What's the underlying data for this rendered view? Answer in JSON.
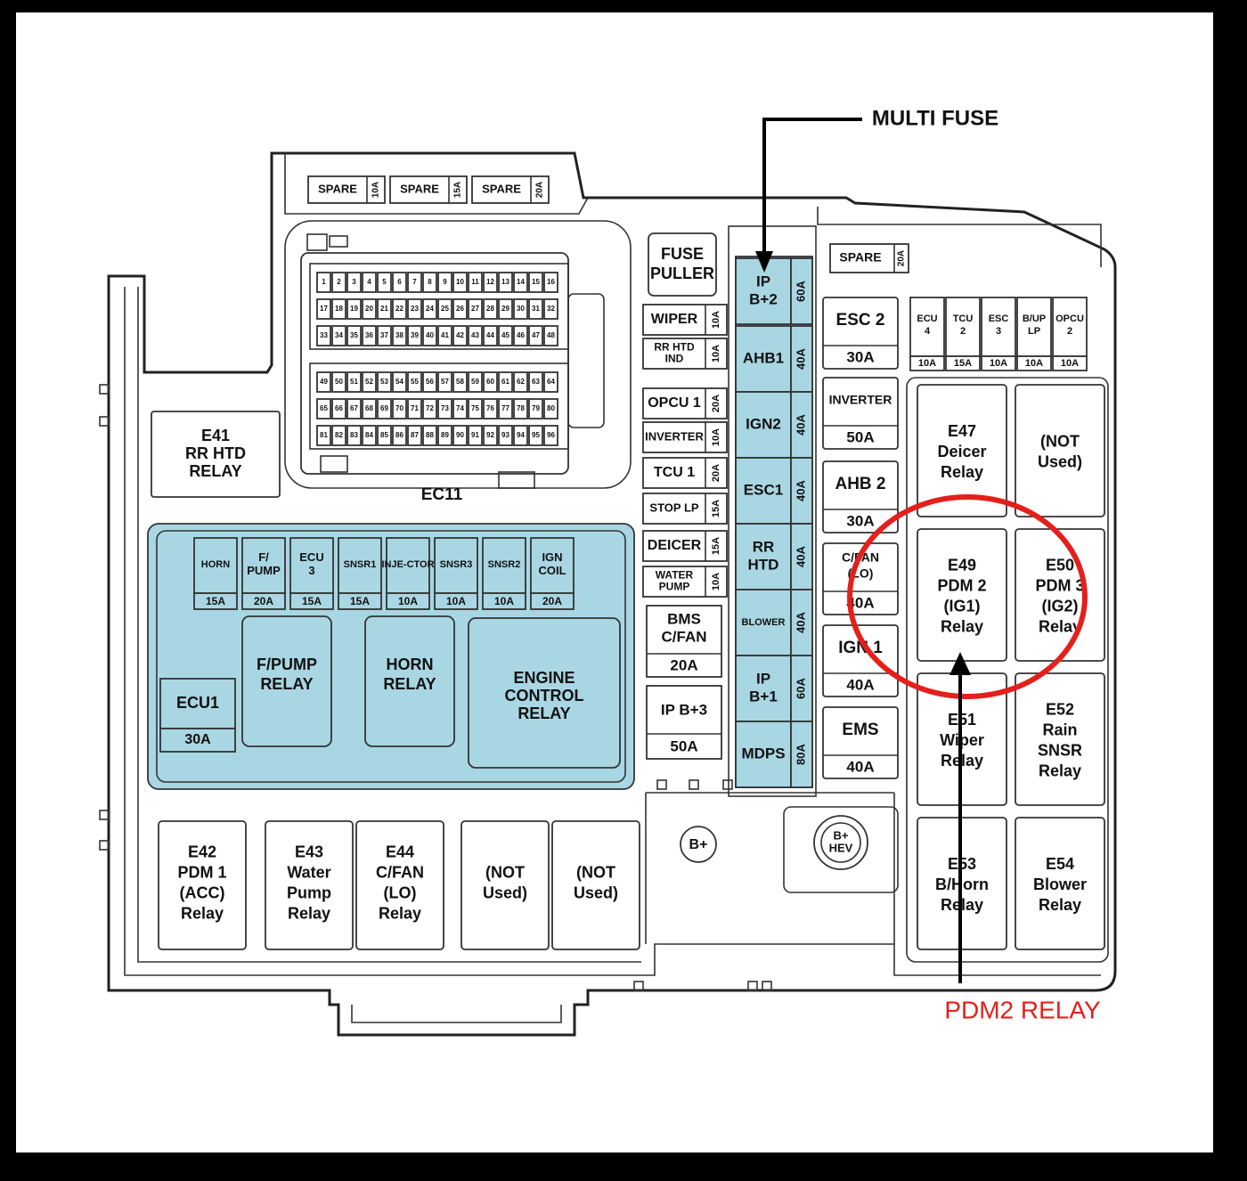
{
  "callouts": {
    "multi_fuse": "MULTI FUSE",
    "pdm2_relay": "PDM2 RELAY"
  },
  "colors": {
    "panel_blue": "#a9d6e3",
    "highlight_red": "#e3201b",
    "outline": "#222222"
  },
  "top_spares": [
    {
      "label": "SPARE",
      "amp": "10A"
    },
    {
      "label": "SPARE",
      "amp": "15A"
    },
    {
      "label": "SPARE",
      "amp": "20A"
    }
  ],
  "connector": {
    "name": "EC11",
    "row1": [
      "1",
      "2",
      "3",
      "4",
      "5",
      "6",
      "7",
      "8",
      "9",
      "10",
      "11",
      "12",
      "13",
      "14",
      "15",
      "16"
    ],
    "row2": [
      "17",
      "18",
      "19",
      "20",
      "21",
      "22",
      "23",
      "24",
      "25",
      "26",
      "27",
      "28",
      "29",
      "30",
      "31",
      "32"
    ],
    "row3": [
      "33",
      "34",
      "35",
      "36",
      "37",
      "38",
      "39",
      "40",
      "41",
      "42",
      "43",
      "44",
      "45",
      "46",
      "47",
      "48"
    ],
    "row4": [
      "49",
      "50",
      "51",
      "52",
      "53",
      "54",
      "55",
      "56",
      "57",
      "58",
      "59",
      "60",
      "61",
      "62",
      "63",
      "64"
    ],
    "row5": [
      "65",
      "66",
      "67",
      "68",
      "69",
      "70",
      "71",
      "72",
      "73",
      "74",
      "75",
      "76",
      "77",
      "78",
      "79",
      "80"
    ],
    "row6": [
      "81",
      "82",
      "83",
      "84",
      "85",
      "86",
      "87",
      "88",
      "89",
      "90",
      "91",
      "92",
      "93",
      "94",
      "95",
      "96"
    ]
  },
  "e41": [
    "E41",
    "RR HTD",
    "RELAY"
  ],
  "blue_fuses": [
    {
      "name": "HORN",
      "amp": "15A"
    },
    {
      "name": "F/PUMP",
      "amp": "20A"
    },
    {
      "name": "ECU 3",
      "amp": "15A"
    },
    {
      "name": "SNSR1",
      "amp": "15A"
    },
    {
      "name": "INJE-CTOR",
      "amp": "10A"
    },
    {
      "name": "SNSR3",
      "amp": "10A"
    },
    {
      "name": "SNSR2",
      "amp": "10A"
    },
    {
      "name": "IGN COIL",
      "amp": "20A"
    }
  ],
  "ecu1": {
    "name": "ECU1",
    "amp": "30A"
  },
  "fpump_relay": [
    "F/PUMP",
    "RELAY"
  ],
  "horn_relay": [
    "HORN",
    "RELAY"
  ],
  "engine_relay": [
    "ENGINE",
    "CONTROL",
    "RELAY"
  ],
  "bottom_relays": [
    [
      "E42",
      "PDM 1",
      "(ACC)",
      "Relay"
    ],
    [
      "E43",
      "Water",
      "Pump",
      "Relay"
    ],
    [
      "E44",
      "C/FAN",
      "(LO)",
      "Relay"
    ],
    [
      "(NOT",
      "Used)"
    ],
    [
      "(NOT",
      "Used)"
    ]
  ],
  "fuse_puller": [
    "FUSE",
    "PULLER"
  ],
  "mid_fuses": [
    {
      "name": "WIPER",
      "amp": "10A"
    },
    {
      "name": "RR HTD IND",
      "amp": "10A"
    },
    {
      "name": "OPCU 1",
      "amp": "20A"
    },
    {
      "name": "INVERTER",
      "amp": "10A"
    },
    {
      "name": "TCU 1",
      "amp": "20A"
    },
    {
      "name": "STOP LP",
      "amp": "15A"
    },
    {
      "name": "DEICER",
      "amp": "15A"
    },
    {
      "name": "WATER PUMP",
      "amp": "10A"
    }
  ],
  "bms_cfan": {
    "name": [
      "BMS",
      "C/FAN"
    ],
    "amp": "20A"
  },
  "ipb3": {
    "name": "IP B+3",
    "amp": "50A"
  },
  "multi_fuses": [
    {
      "name": [
        "IP",
        "B+2"
      ],
      "amp": "60A"
    },
    {
      "name": [
        "AHB1"
      ],
      "amp": "40A"
    },
    {
      "name": [
        "IGN2"
      ],
      "amp": "40A"
    },
    {
      "name": [
        "ESC1"
      ],
      "amp": "40A"
    },
    {
      "name": [
        "RR",
        "HTD"
      ],
      "amp": "40A"
    },
    {
      "name": [
        "BLOWER"
      ],
      "amp": "40A"
    },
    {
      "name": [
        "IP",
        "B+1"
      ],
      "amp": "60A"
    },
    {
      "name": [
        "MDPS"
      ],
      "amp": "80A"
    }
  ],
  "b_plus": "B+",
  "b_plus_hev": [
    "B+",
    "HEV"
  ],
  "right_spare": {
    "label": "SPARE",
    "amp": "20A"
  },
  "right_big_fuses": [
    {
      "name": "ESC 2",
      "amp": "30A"
    },
    {
      "name": "INVERTER",
      "amp": "50A"
    },
    {
      "name": "AHB 2",
      "amp": "30A"
    },
    {
      "name": "C/FAN (LO)",
      "amp": "40A"
    },
    {
      "name": "IGN 1",
      "amp": "40A"
    },
    {
      "name": "EMS",
      "amp": "40A"
    }
  ],
  "right_small_fuses": [
    {
      "name": [
        "ECU",
        "4"
      ],
      "amp": "10A"
    },
    {
      "name": [
        "TCU",
        "2"
      ],
      "amp": "15A"
    },
    {
      "name": [
        "ESC",
        "3"
      ],
      "amp": "10A"
    },
    {
      "name": [
        "B/UP",
        "LP"
      ],
      "amp": "10A"
    },
    {
      "name": [
        "OPCU",
        "2"
      ],
      "amp": "10A"
    }
  ],
  "right_relays": [
    [
      "E47",
      "Deicer",
      "Relay"
    ],
    [
      "(NOT",
      "Used)"
    ],
    [
      "E49",
      "PDM 2",
      "(IG1)",
      "Relay"
    ],
    [
      "E50",
      "PDM 3",
      "(IG2)",
      "Relay"
    ],
    [
      "E51",
      "Wiper",
      "Relay"
    ],
    [
      "E52",
      "Rain",
      "SNSR",
      "Relay"
    ],
    [
      "E53",
      "B/Horn",
      "Relay"
    ],
    [
      "E54",
      "Blower",
      "Relay"
    ]
  ]
}
